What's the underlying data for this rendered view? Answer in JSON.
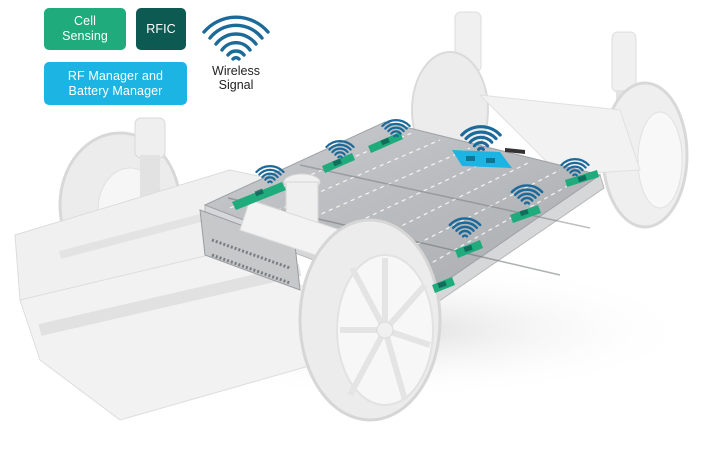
{
  "legend": {
    "cell_sensing": {
      "label": "Cell\nSensing",
      "line1": "Cell",
      "line2": "Sensing",
      "color": "#1fab7c"
    },
    "rfic": {
      "label": "RFIC",
      "color": "#0c5a52"
    },
    "rf_manager": {
      "label": "RF Manager and Battery Manager",
      "line1": "RF Manager and",
      "line2": "Battery Manager",
      "color": "#1cb4e3"
    },
    "wireless_signal": {
      "line1": "Wireless",
      "line2": "Signal",
      "icon": "wireless-signal-icon",
      "color": "#1b6a9a"
    }
  },
  "scene": {
    "subject": "EV skateboard chassis with wireless battery management system",
    "battery_pack_color": "#b9bcbe",
    "chassis_color": "#e9eaeb",
    "cell_sensing_modules": 8,
    "rfic_modules": 1,
    "wireless_signals": 8
  }
}
